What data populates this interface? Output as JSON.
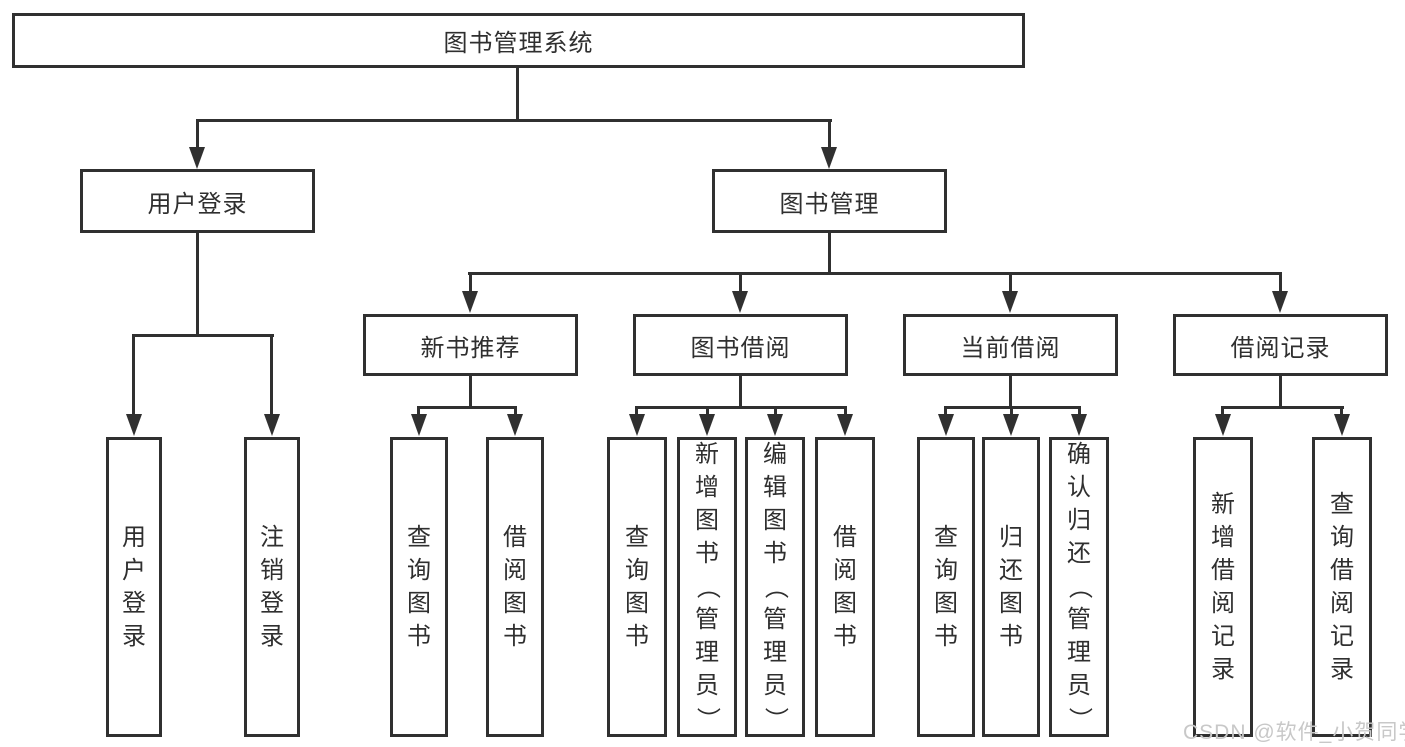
{
  "diagram": {
    "root": {
      "label": "图书管理系统"
    },
    "branches": [
      {
        "label": "用户登录",
        "children": [
          {
            "label": "用户登录"
          },
          {
            "label": "注销登录"
          }
        ]
      },
      {
        "label": "图书管理",
        "children": [
          {
            "label": "新书推荐",
            "children": [
              {
                "label": "查询图书"
              },
              {
                "label": "借阅图书"
              }
            ]
          },
          {
            "label": "图书借阅",
            "children": [
              {
                "label": "查询图书"
              },
              {
                "label": "新增图书（管理员）"
              },
              {
                "label": "编辑图书（管理员）"
              },
              {
                "label": "借阅图书"
              }
            ]
          },
          {
            "label": "当前借阅",
            "children": [
              {
                "label": "查询图书"
              },
              {
                "label": "归还图书"
              },
              {
                "label": "确认归还（管理员）"
              }
            ]
          },
          {
            "label": "借阅记录",
            "children": [
              {
                "label": "新增借阅记录"
              },
              {
                "label": "查询借阅记录"
              }
            ]
          }
        ]
      }
    ]
  },
  "watermark": {
    "text": "CSDN @软件_小贺同学"
  },
  "colors": {
    "line": "#303030",
    "text": "#2f2f2f",
    "background": "#ffffff",
    "watermark": "#c8c8c8"
  }
}
